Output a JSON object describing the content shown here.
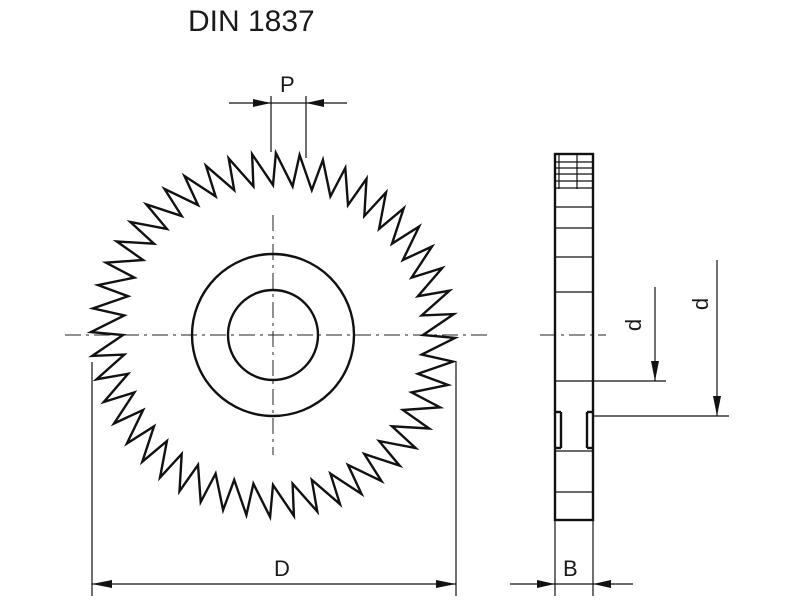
{
  "title": "DIN 1837",
  "labels": {
    "pitch": "P",
    "diameter": "D",
    "width": "B",
    "hole_d_1": "d",
    "hole_d_2": "d"
  },
  "colors": {
    "line": "#111111",
    "background": "#ffffff"
  }
}
